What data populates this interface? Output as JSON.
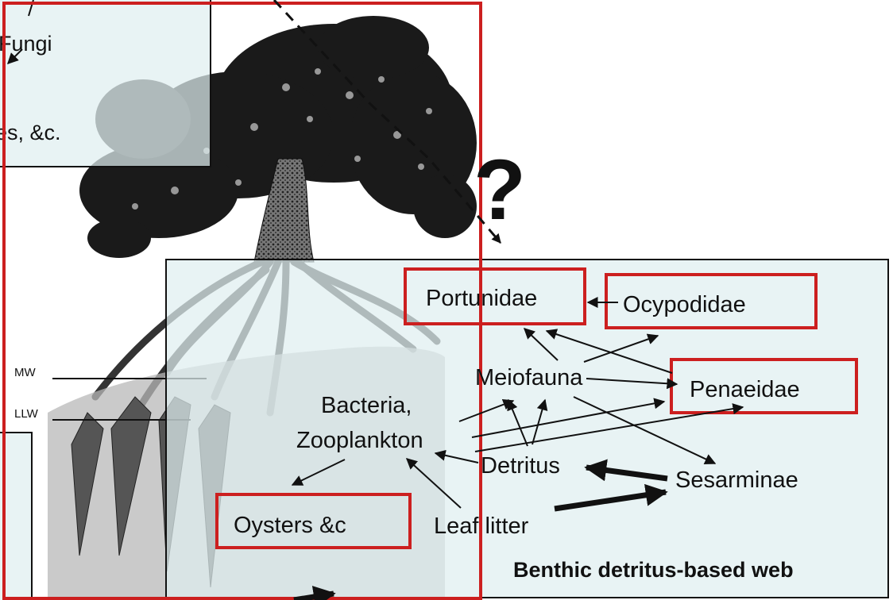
{
  "diagram": {
    "top_left_panel": {
      "fungi_label": "Fungi",
      "etc_label": "es, &c."
    },
    "tide_levels": {
      "mw_label": "MW",
      "llw_label": "LLW"
    },
    "question_mark": "?",
    "nodes": {
      "portunidae": "Portunidae",
      "ocypodidae": "Ocypodidae",
      "penaeidae": "Penaeidae",
      "oysters": "Oysters &c",
      "meiofauna": "Meiofauna",
      "bacteria_line1": "Bacteria,",
      "bacteria_line2": "Zooplankton",
      "detritus": "Detritus",
      "sesarminae": "Sesarminae",
      "leaf_litter": "Leaf litter"
    },
    "panel_title": "Benthic detritus-based web"
  },
  "colors": {
    "panel_fill": "#dfeef0",
    "highlight_red": "#cc1f1f",
    "ink": "#111111"
  }
}
